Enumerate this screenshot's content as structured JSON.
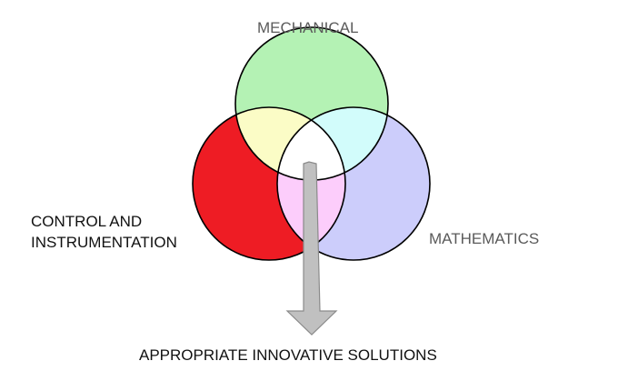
{
  "diagram": {
    "labels": {
      "top": "MECHANICAL",
      "left_line1": "CONTROL AND",
      "left_line2": "INSTRUMENTATION",
      "right": "MATHEMATICS",
      "bottom": "APPROPRIATE INNOVATIVE SOLUTIONS"
    },
    "colors": {
      "mechanical": "#b4f2b4",
      "control": "#ee1c24",
      "mathematics": "#cccdfb",
      "mech_control_overlap": "#fbfcc6",
      "mech_math_overlap": "#d2fcfb",
      "control_math_overlap": "#fccdfb",
      "center": "#ffffff",
      "outline": "#000000",
      "arrow": "#c0c0c0",
      "arrow_outline": "#8a8a8a"
    }
  }
}
